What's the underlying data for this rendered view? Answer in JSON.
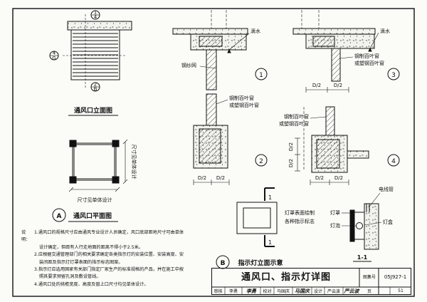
{
  "drawing": {
    "vent_elevation_title": "通风口立面图",
    "vent_plan_title": "通风口平面图",
    "plan_letter": "A",
    "indicator_title": "指示灯立面示意",
    "indicator_letter": "B",
    "size_by_design_h": "尺寸见单体设计",
    "size_by_design_v": "尺寸见单体设计",
    "drip_1": "滴水",
    "drip_3": "滴水",
    "wire_mesh": "钢纱网",
    "louver_steel_1": "钢制百叶窗",
    "louver_plastic_1": "或塑钢百叶窗",
    "louver_steel_3": "钢制百叶窗",
    "louver_plastic_3": "或塑钢百叶窗",
    "louver_steel_4": "钢制百叶窗",
    "louver_plastic_4": "或塑钢百叶窗",
    "detail_1": "1",
    "detail_2": "2",
    "detail_3": "3",
    "detail_4": "4",
    "d2": "D/2",
    "cut_mark": "1",
    "section_label": "1-1",
    "lamp_text_1": "灯罩表面绘制",
    "lamp_text_2": "各种指示标志",
    "conduit": "电线管",
    "lamp_cover": "灯罩",
    "bulb": "灯泡",
    "lamp_box": "灯盒",
    "axis_4": "4",
    "axis_g": "G",
    "axis_2": "2",
    "axis_b": "B"
  },
  "notes": {
    "lead": "说明：",
    "items": [
      "1.通风口的规格尺寸应由通风专业设计人员确定，风口底部距地尺寸可由单体",
      "设计确定，但距有人行走地面的距离不得小于2.5米。",
      "2.应根据交通管理部门的相关要求确定各类指示灯的安装位置、安装高度、安",
      "装间距及指示灯灯罩表面的指示标志图案。",
      "3.指示灯应选用国家有关部门指定厂家生产的标准规格的产品，并在施工中按",
      "照其要求预留孔洞及敷设管线。",
      "4.通风口处的挑檐宽度、高度及窗上口尺寸均见单体设计。"
    ]
  },
  "title_block": {
    "title": "通风口、指示灯详图",
    "atlas_label": "图集号",
    "atlas_no": "05J927-1",
    "review_label": "审核",
    "reviewer": "李勇",
    "reviewer_sig": "李勇",
    "check_label": "校对",
    "checker": "马国庆",
    "checker_sig": "马国庆",
    "design_label": "设计",
    "designer": "严云波",
    "designer_sig": "严云波",
    "page_label": "页",
    "page_no": "51"
  }
}
